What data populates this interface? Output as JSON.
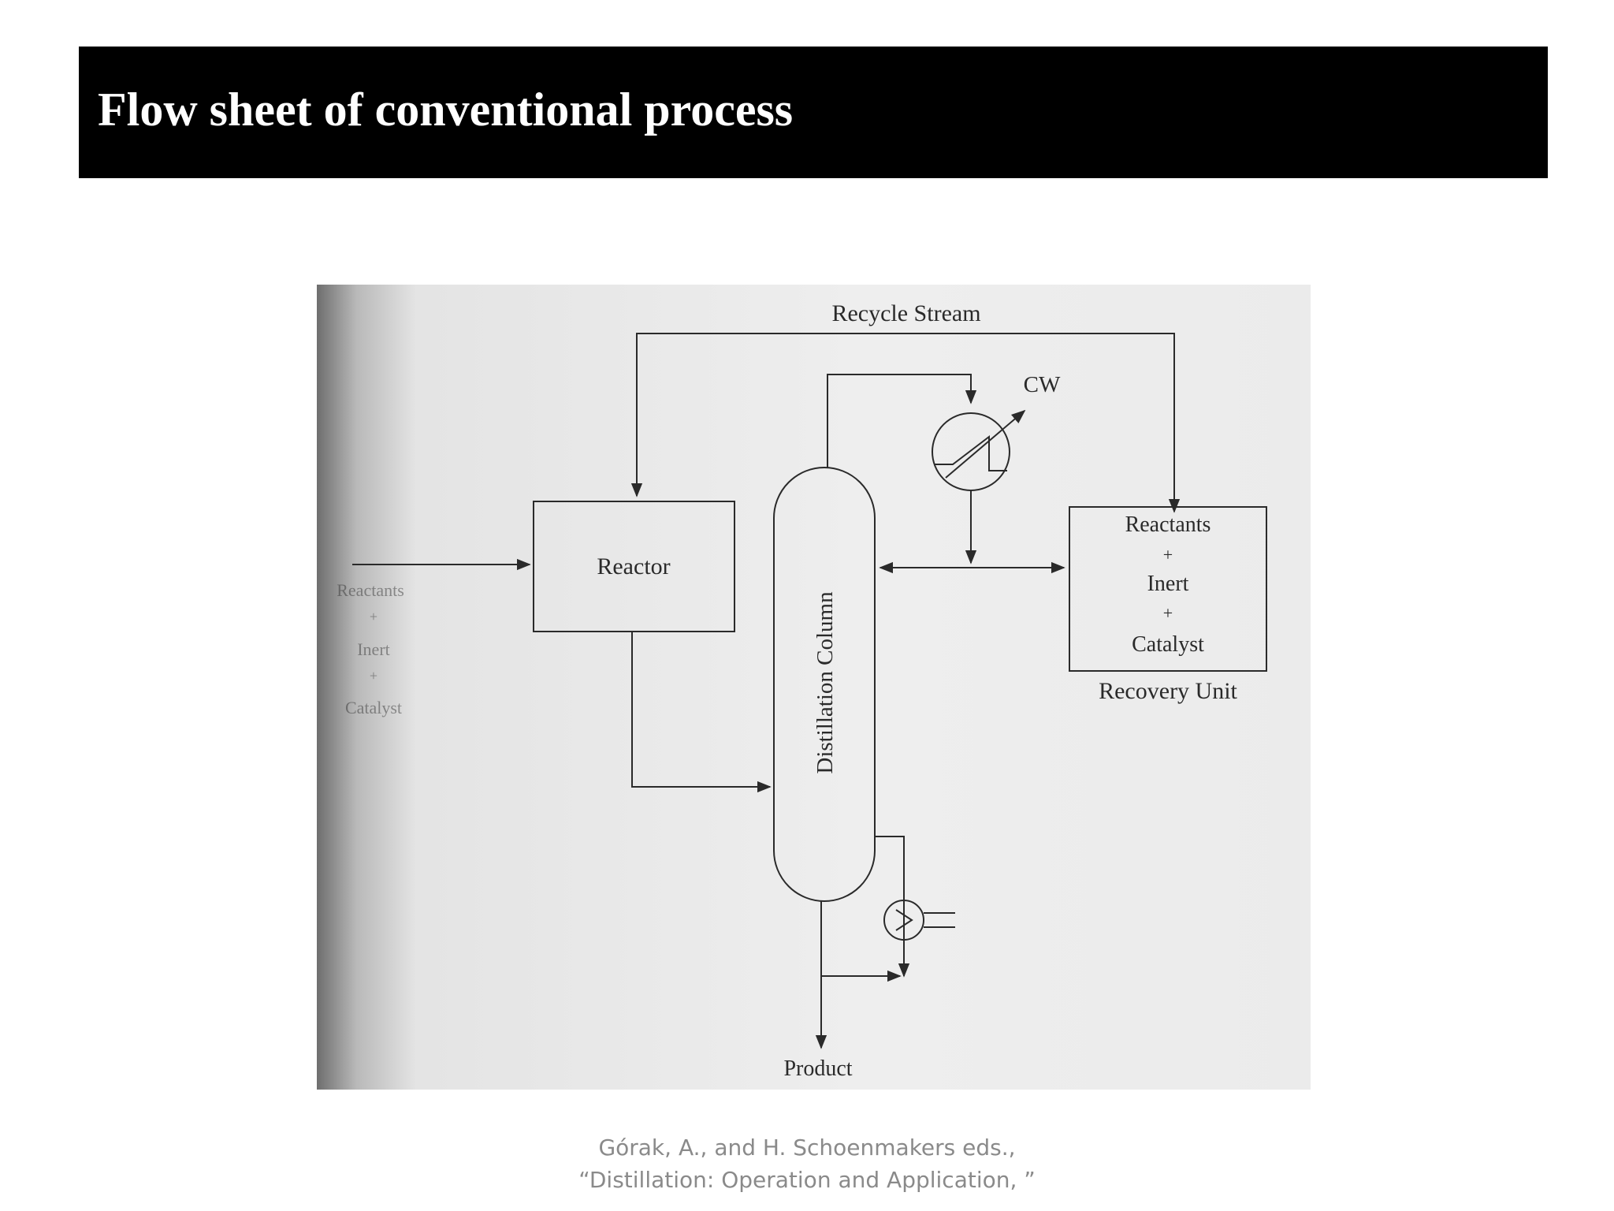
{
  "slide": {
    "title": "Flow sheet of conventional process"
  },
  "diagram": {
    "labels": {
      "recycle_stream": "Recycle Stream",
      "cw": "CW",
      "reactor": "Reactor",
      "distillation_column": "Distillation Column",
      "recovery_unit": "Recovery Unit",
      "product": "Product",
      "recovery_reactants": "Reactants",
      "recovery_plus_1": "+",
      "recovery_inert": "Inert",
      "recovery_plus_2": "+",
      "recovery_catalyst": "Catalyst",
      "feed_reactants": "Reactants",
      "feed_plus_1": "+",
      "feed_inert": "Inert",
      "feed_plus_2": "+",
      "feed_catalyst": "Catalyst"
    },
    "colors": {
      "paper": "#ececec",
      "line": "#2a2a2a",
      "shadow": "#6e6e6e"
    }
  },
  "citation": {
    "line1": "Górak, A., and H. Schoenmakers eds.,",
    "line2": "“Distillation: Operation and Application, ”"
  }
}
